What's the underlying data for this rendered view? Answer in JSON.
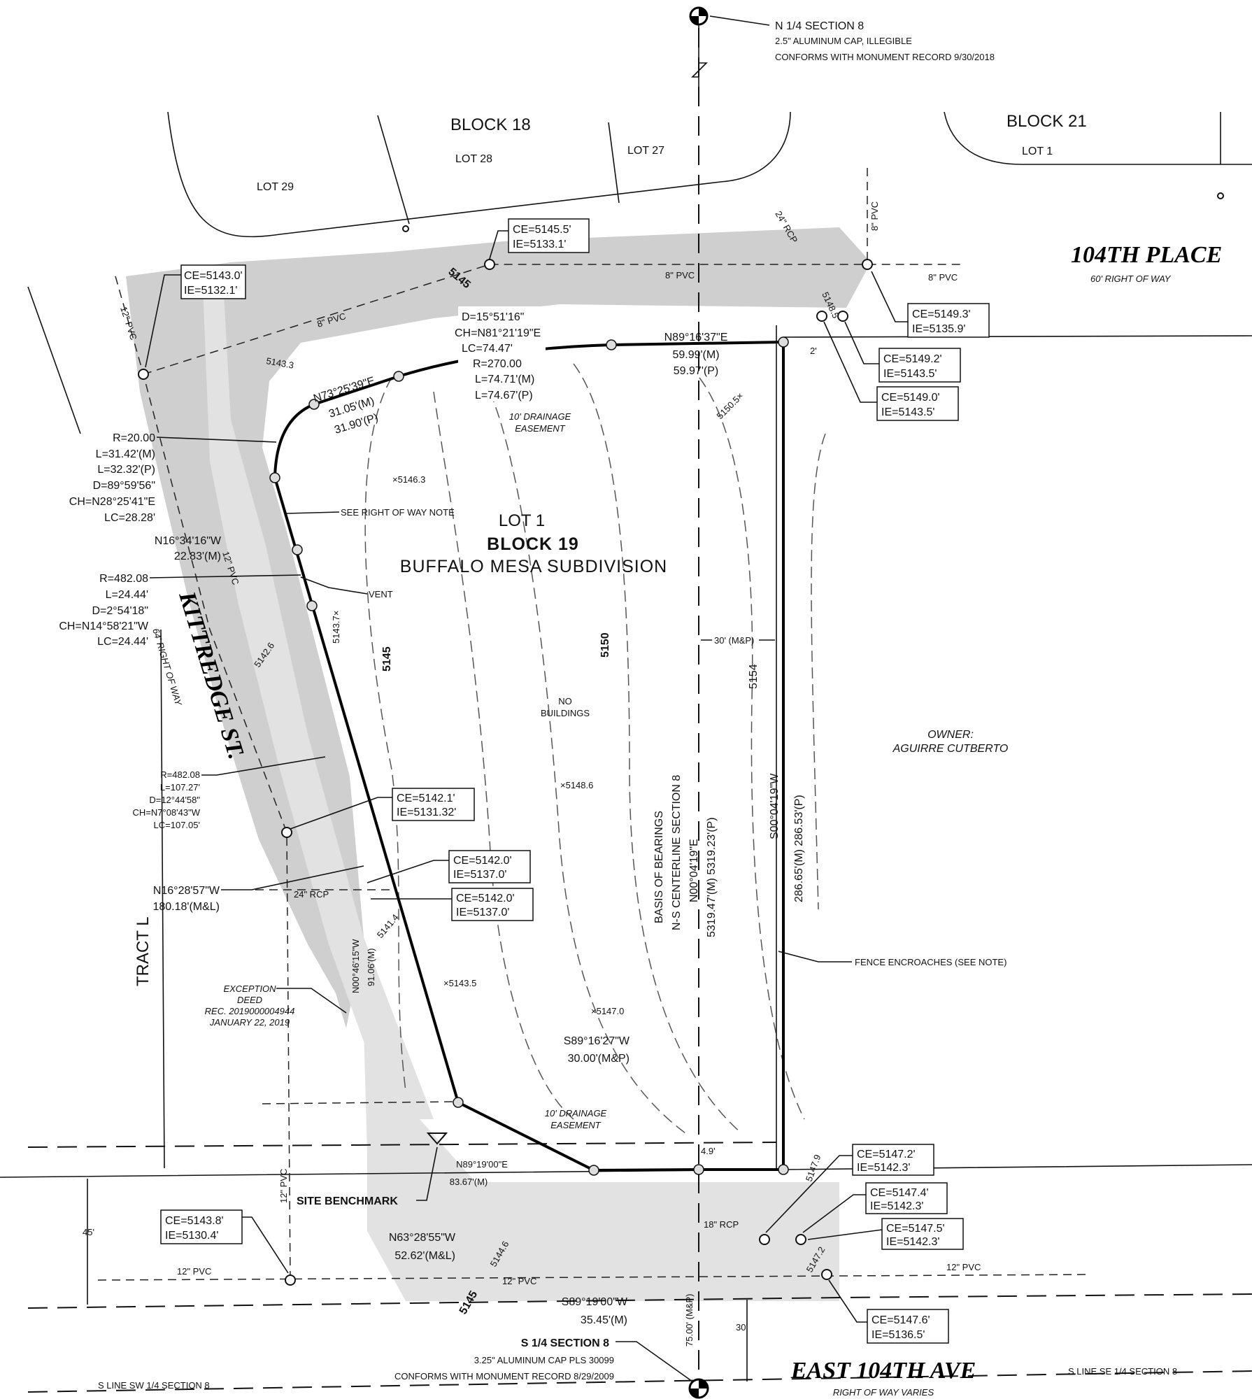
{
  "monuments": {
    "north": {
      "title": "N 1/4 SECTION 8",
      "line1": "2.5\" ALUMINUM CAP, ILLEGIBLE",
      "line2": "CONFORMS WITH MONUMENT RECORD 9/30/2018"
    },
    "south": {
      "title": "S 1/4 SECTION 8",
      "line1": "3.25\" ALUMINUM CAP PLS 30099",
      "line2": "CONFORMS WITH MONUMENT RECORD 8/29/2009"
    }
  },
  "adjacent": {
    "block18": "BLOCK 18",
    "lot28": "LOT 28",
    "lot27": "LOT 27",
    "lot29": "LOT 29",
    "block21": "BLOCK 21",
    "lot1": "LOT 1",
    "tract": "TRACT L",
    "owner_label": "OWNER:",
    "owner_name": "AGUIRRE CUTBERTO"
  },
  "streets": {
    "place": {
      "name": "104TH PLACE",
      "row": "60' RIGHT OF WAY"
    },
    "kittredge": {
      "name": "KITTREDGE ST.",
      "row": "64' RIGHT OF WAY"
    },
    "avenue": {
      "name": "EAST 104TH AVE",
      "row": "RIGHT OF WAY VARIES"
    },
    "s_line_sw": "S LINE SW 1/4 SECTION 8",
    "s_line_se": "S LINE SE 1/4 SECTION 8"
  },
  "subject": {
    "lot": "LOT 1",
    "block": "BLOCK 19",
    "subdivision": "BUFFALO MESA SUBDIVISION",
    "no_buildings_1": "NO",
    "no_buildings_2": "BUILDINGS"
  },
  "callouts": [
    {
      "ce": "CE=5145.5'",
      "ie": "IE=5133.1'"
    },
    {
      "ce": "CE=5143.0'",
      "ie": "IE=5132.1'"
    },
    {
      "ce": "CE=5149.3'",
      "ie": "IE=5135.9'"
    },
    {
      "ce": "CE=5149.2'",
      "ie": "IE=5143.5'"
    },
    {
      "ce": "CE=5149.0'",
      "ie": "IE=5143.5'"
    },
    {
      "ce": "CE=5142.1'",
      "ie": "IE=5131.32'"
    },
    {
      "ce": "CE=5142.0'",
      "ie": "IE=5137.0'"
    },
    {
      "ce": "CE=5142.0'",
      "ie": "IE=5137.0'"
    },
    {
      "ce": "CE=5143.8'",
      "ie": "IE=5130.4'"
    },
    {
      "ce": "CE=5147.2'",
      "ie": "IE=5142.3'"
    },
    {
      "ce": "CE=5147.4'",
      "ie": "IE=5142.3'"
    },
    {
      "ce": "CE=5147.5'",
      "ie": "IE=5142.3'"
    },
    {
      "ce": "CE=5147.6'",
      "ie": "IE=5136.5'"
    }
  ],
  "curves": {
    "north": [
      "D=15°51'16\"",
      "CH=N81°21'19\"E",
      "LC=74.47'",
      "R=270.00",
      "L=74.71'(M)",
      "L=74.67'(P)"
    ],
    "corner": [
      "R=20.00",
      "L=31.42'(M)",
      "L=32.32'(P)",
      "D=89°59'56\"",
      "CH=N28°25'41\"E",
      "LC=28.28'"
    ],
    "west1": [
      "R=482.08",
      "L=24.44'",
      "D=2°54'18\"",
      "CH=N14°58'21\"W",
      "LC=24.44'"
    ],
    "west2": [
      "R=482.08",
      "L=107.27'",
      "D=12°44'58\"",
      "CH=N7°08'43\"W",
      "LC=107.05'"
    ]
  },
  "bearings": {
    "north_line": [
      "N89°16'37\"E",
      "59.99'(M)",
      "59.97'(P)"
    ],
    "nw_line": [
      "N73°25'39\"E",
      "31.05'(M)",
      "31.90'(P)"
    ],
    "w_short": [
      "N16°34'16\"W",
      "22.83'(M)"
    ],
    "w_long": [
      "N16°28'57\"W",
      "180.18'(M&L)"
    ],
    "exception_line": [
      "N00°46'15\"W",
      "91.06'(M)"
    ],
    "east_line": [
      "S00°04'19\"W",
      "286.65'(M) 286.53'(P)"
    ],
    "south_jog": [
      "S89°16'27\"W",
      "30.00'(M&P)"
    ],
    "south_line": [
      "N89°19'00\"E",
      "83.67'(M)"
    ],
    "sw_line": [
      "N63°28'55\"W",
      "52.62'(M&L)"
    ],
    "bottom": [
      "S89°19'00\"W",
      "35.45'(M)"
    ],
    "basis": [
      "BASIS OF BEARINGS",
      "N-S CENTERLINE SECTION 8",
      "N00°04'19\"E",
      "5319.47'(M) 5319.23'(P)"
    ]
  },
  "notes": {
    "see_row": "SEE RIGHT OF WAY NOTE",
    "vent": "VENT",
    "fence": "FENCE ENCROACHES (SEE NOTE)",
    "drainage1": "10' DRAINAGE",
    "drainage2": "EASEMENT",
    "exception": [
      "EXCEPTION",
      "DEED",
      "REC. 2019000004944",
      "JANUARY 22, 2019"
    ],
    "benchmark": "SITE BENCHMARK",
    "offset_30": "30' (M&P)",
    "offset_2": "2'",
    "offset_49": "4.9'",
    "dim_45": "45'",
    "dim_30": "30'",
    "dim_75": "75.00' (M&P)"
  },
  "utilities": {
    "pvc8": "8\" PVC",
    "pvc12": "12\" PVC",
    "rcp24": "24\" RCP",
    "rcp18": "18\" RCP"
  },
  "elevations": [
    "×5146.3",
    "×5148.6",
    "×5143.5",
    "×5147.0",
    "5150.5×",
    "5143.3",
    "5148.5",
    "5142.6",
    "5141.4",
    "5143.7×",
    "5144.6",
    "5147.9",
    "5147.2"
  ],
  "contours": [
    "5145",
    "5150",
    "5154",
    "5145"
  ]
}
